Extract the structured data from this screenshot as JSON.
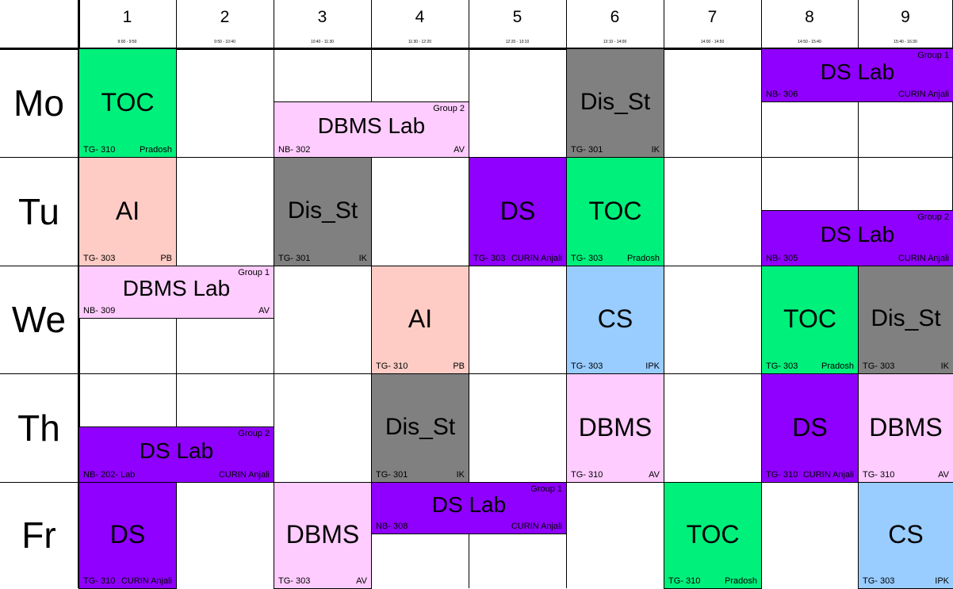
{
  "periods": [
    {
      "number": "1",
      "time": "9:00 - 9:50"
    },
    {
      "number": "2",
      "time": "9:50 - 10:40"
    },
    {
      "number": "3",
      "time": "10:40 - 11:30"
    },
    {
      "number": "4",
      "time": "11:30 - 12:20"
    },
    {
      "number": "5",
      "time": "12:20 - 13:10"
    },
    {
      "number": "6",
      "time": "13:10 - 14:00"
    },
    {
      "number": "7",
      "time": "14:00 - 14:50"
    },
    {
      "number": "8",
      "time": "14:50 - 15:40"
    },
    {
      "number": "9",
      "time": "15:40 - 16:30"
    }
  ],
  "days": [
    "Mo",
    "Tu",
    "We",
    "Th",
    "Fr"
  ],
  "colors": {
    "TOC": "#00f07c",
    "DBMS": "#ffccff",
    "Dis_St": "#808080",
    "DS": "#8f00ff",
    "AI": "#ffccc5",
    "CS": "#99ccff"
  },
  "lessons": [
    {
      "day": 0,
      "period": 0,
      "span": 1,
      "half": "full",
      "subject": "TOC",
      "room": "TG- 310",
      "teacher": "Pradosh",
      "group": "",
      "color": "TOC"
    },
    {
      "day": 0,
      "period": 2,
      "span": 2,
      "half": "bottom",
      "subject": "DBMS Lab",
      "room": "NB- 302",
      "teacher": "AV",
      "group": "Group 2",
      "color": "DBMS"
    },
    {
      "day": 0,
      "period": 5,
      "span": 1,
      "half": "full",
      "subject": "Dis_St",
      "room": "TG- 301",
      "teacher": "IK",
      "group": "",
      "color": "Dis_St"
    },
    {
      "day": 0,
      "period": 7,
      "span": 2,
      "half": "top",
      "subject": "DS Lab",
      "room": "NB- 306",
      "teacher": "CURIN Anjali",
      "group": "Group 1",
      "color": "DS"
    },
    {
      "day": 1,
      "period": 0,
      "span": 1,
      "half": "full",
      "subject": "AI",
      "room": "TG- 303",
      "teacher": "PB",
      "group": "",
      "color": "AI"
    },
    {
      "day": 1,
      "period": 2,
      "span": 1,
      "half": "full",
      "subject": "Dis_St",
      "room": "TG- 301",
      "teacher": "IK",
      "group": "",
      "color": "Dis_St"
    },
    {
      "day": 1,
      "period": 4,
      "span": 1,
      "half": "full",
      "subject": "DS",
      "room": "TG- 303",
      "teacher": "CURIN Anjali",
      "group": "",
      "color": "DS"
    },
    {
      "day": 1,
      "period": 5,
      "span": 1,
      "half": "full",
      "subject": "TOC",
      "room": "TG- 303",
      "teacher": "Pradosh",
      "group": "",
      "color": "TOC"
    },
    {
      "day": 1,
      "period": 7,
      "span": 2,
      "half": "bottom",
      "subject": "DS Lab",
      "room": "NB- 305",
      "teacher": "CURIN Anjali",
      "group": "Group 2",
      "color": "DS"
    },
    {
      "day": 2,
      "period": 0,
      "span": 2,
      "half": "top",
      "subject": "DBMS Lab",
      "room": "NB- 309",
      "teacher": "AV",
      "group": "Group 1",
      "color": "DBMS"
    },
    {
      "day": 2,
      "period": 3,
      "span": 1,
      "half": "full",
      "subject": "AI",
      "room": "TG- 310",
      "teacher": "PB",
      "group": "",
      "color": "AI"
    },
    {
      "day": 2,
      "period": 5,
      "span": 1,
      "half": "full",
      "subject": "CS",
      "room": "TG- 303",
      "teacher": "IPK",
      "group": "",
      "color": "CS"
    },
    {
      "day": 2,
      "period": 7,
      "span": 1,
      "half": "full",
      "subject": "TOC",
      "room": "TG- 303",
      "teacher": "Pradosh",
      "group": "",
      "color": "TOC"
    },
    {
      "day": 2,
      "period": 8,
      "span": 1,
      "half": "full",
      "subject": "Dis_St",
      "room": "TG- 303",
      "teacher": "IK",
      "group": "",
      "color": "Dis_St"
    },
    {
      "day": 3,
      "period": 0,
      "span": 2,
      "half": "bottom",
      "subject": "DS Lab",
      "room": "NB- 202- Lab",
      "teacher": "CURIN Anjali",
      "group": "Group 2",
      "color": "DS"
    },
    {
      "day": 3,
      "period": 3,
      "span": 1,
      "half": "full",
      "subject": "Dis_St",
      "room": "TG- 301",
      "teacher": "IK",
      "group": "",
      "color": "Dis_St"
    },
    {
      "day": 3,
      "period": 5,
      "span": 1,
      "half": "full",
      "subject": "DBMS",
      "room": "TG- 310",
      "teacher": "AV",
      "group": "",
      "color": "DBMS"
    },
    {
      "day": 3,
      "period": 7,
      "span": 1,
      "half": "full",
      "subject": "DS",
      "room": "TG- 310",
      "teacher": "CURIN Anjali",
      "group": "",
      "color": "DS"
    },
    {
      "day": 3,
      "period": 8,
      "span": 1,
      "half": "full",
      "subject": "DBMS",
      "room": "TG- 310",
      "teacher": "AV",
      "group": "",
      "color": "DBMS"
    },
    {
      "day": 4,
      "period": 0,
      "span": 1,
      "half": "full",
      "subject": "DS",
      "room": "TG- 310",
      "teacher": "CURIN Anjali",
      "group": "",
      "color": "DS"
    },
    {
      "day": 4,
      "period": 2,
      "span": 1,
      "half": "full",
      "subject": "DBMS",
      "room": "TG- 303",
      "teacher": "AV",
      "group": "",
      "color": "DBMS"
    },
    {
      "day": 4,
      "period": 3,
      "span": 2,
      "half": "top",
      "subject": "DS Lab",
      "room": "NB- 308",
      "teacher": "CURIN Anjali",
      "group": "Group 1",
      "color": "DS"
    },
    {
      "day": 4,
      "period": 6,
      "span": 1,
      "half": "full",
      "subject": "TOC",
      "room": "TG- 310",
      "teacher": "Pradosh",
      "group": "",
      "color": "TOC"
    },
    {
      "day": 4,
      "period": 8,
      "span": 1,
      "half": "full",
      "subject": "CS",
      "room": "TG- 303",
      "teacher": "IPK",
      "group": "",
      "color": "CS"
    }
  ]
}
